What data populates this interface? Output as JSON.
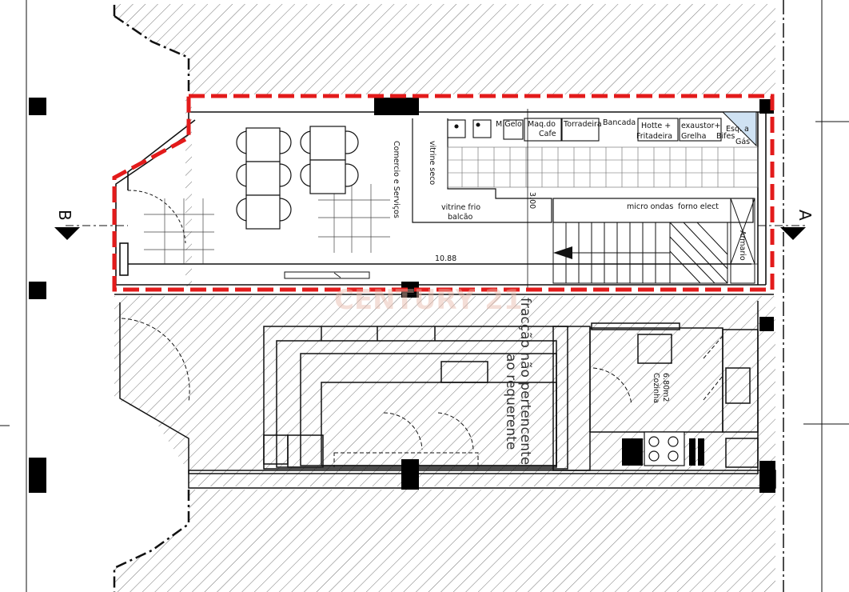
{
  "labels": {
    "comercio": "Comercio e Serviços",
    "vitrine_seco": "vitrine seco",
    "vitrine_frio_1": "vitrine frio",
    "vitrine_frio_2": "balcão",
    "m_gelo": "M.Gelo",
    "maq_do": "Maq.do",
    "cafe": "Cafe",
    "torradeira": "Torradeira",
    "bancada": "Bancada",
    "hotte": "Hotte +",
    "fritadeira": "Fritadeira",
    "exaustor": "exaustor+",
    "grelha": "Grelha",
    "bifes": "Bifes",
    "esq": "Esq. a",
    "gas": "Gás",
    "micro_ondas": "micro ondas",
    "forno_elect": "forno elect",
    "armario": "Armario",
    "cozinha": "Cozinha",
    "cozinha_area": "6.80m2",
    "note_1": "fracção não pertencente",
    "note_2": "ao requerente",
    "watermark": "CENTURY 21"
  },
  "dimensions": {
    "length": "10.88",
    "height": "3.00"
  },
  "section_marks": {
    "b": "B",
    "a": "A"
  },
  "colors": {
    "boundary": "#e31b1b",
    "line": "#111111",
    "hatch": "#555555"
  }
}
